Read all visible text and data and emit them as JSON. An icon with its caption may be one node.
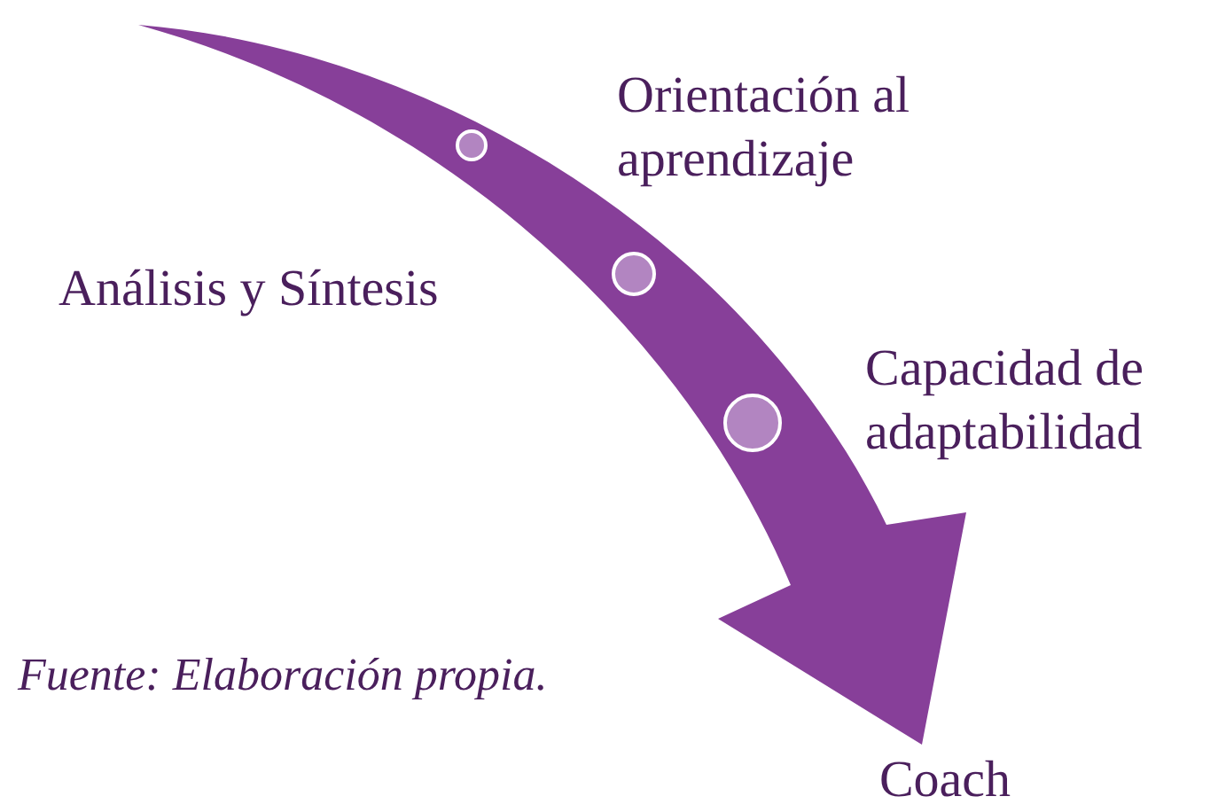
{
  "diagram": {
    "caption": "Fuente: Elaboración propia.",
    "nodes": [
      {
        "text": [],
        "shape": "circle"
      },
      {
        "text": [],
        "shape": "circle"
      },
      {
        "text": [],
        "shape": "circle"
      },
      {
        "text": [
          "Coach"
        ]
      }
    ],
    "edges": [
      {
        "from": null,
        "to": 3,
        "arrow": "to",
        "style": "thick"
      }
    ],
    "labels": [
      "Orientación al aprendizaje",
      "Análisis y Síntesis",
      "Capacidad de adaptabilidad"
    ]
  }
}
